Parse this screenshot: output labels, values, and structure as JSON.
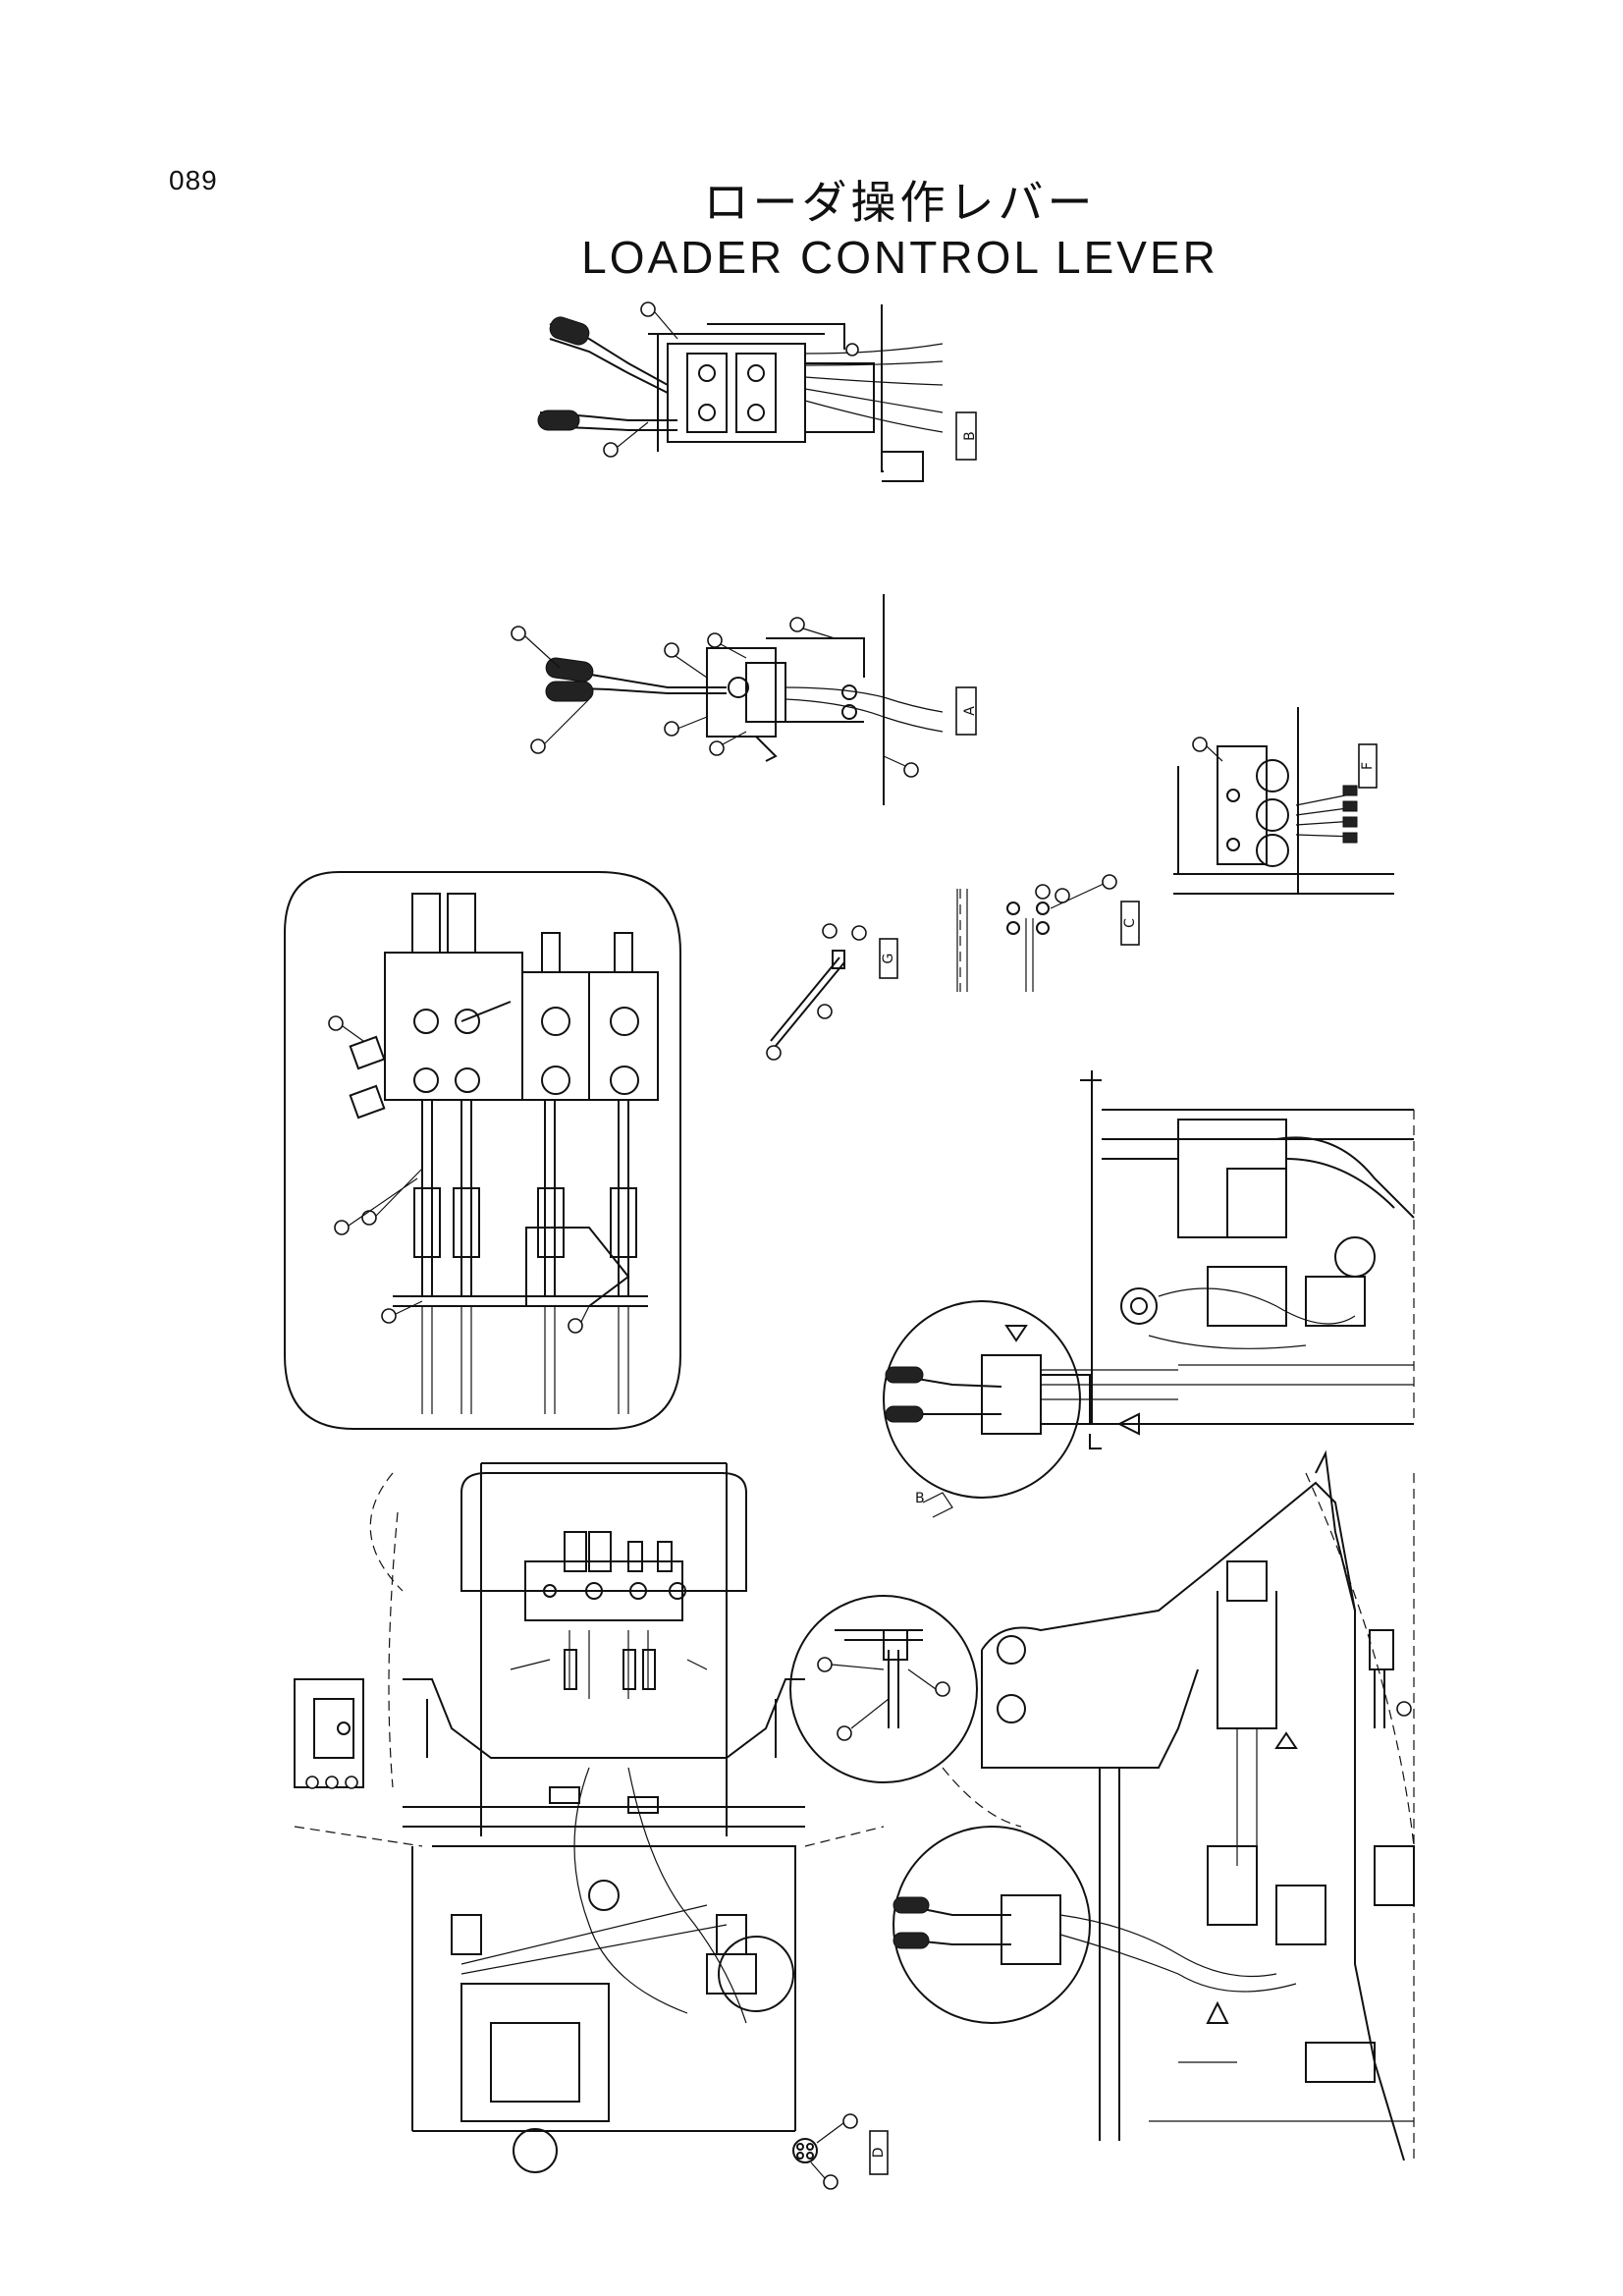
{
  "page": {
    "number": "089"
  },
  "title": {
    "japanese": "ローダ操作レバー",
    "english": "LOADER CONTROL LEVER"
  },
  "view_tags": {
    "b": "B",
    "a": "A",
    "f": "F",
    "c": "C",
    "g": "G",
    "d": "D"
  },
  "callouts": {
    "detail_b_label": "B"
  },
  "colors": {
    "ink": "#111111",
    "paper": "#ffffff"
  }
}
